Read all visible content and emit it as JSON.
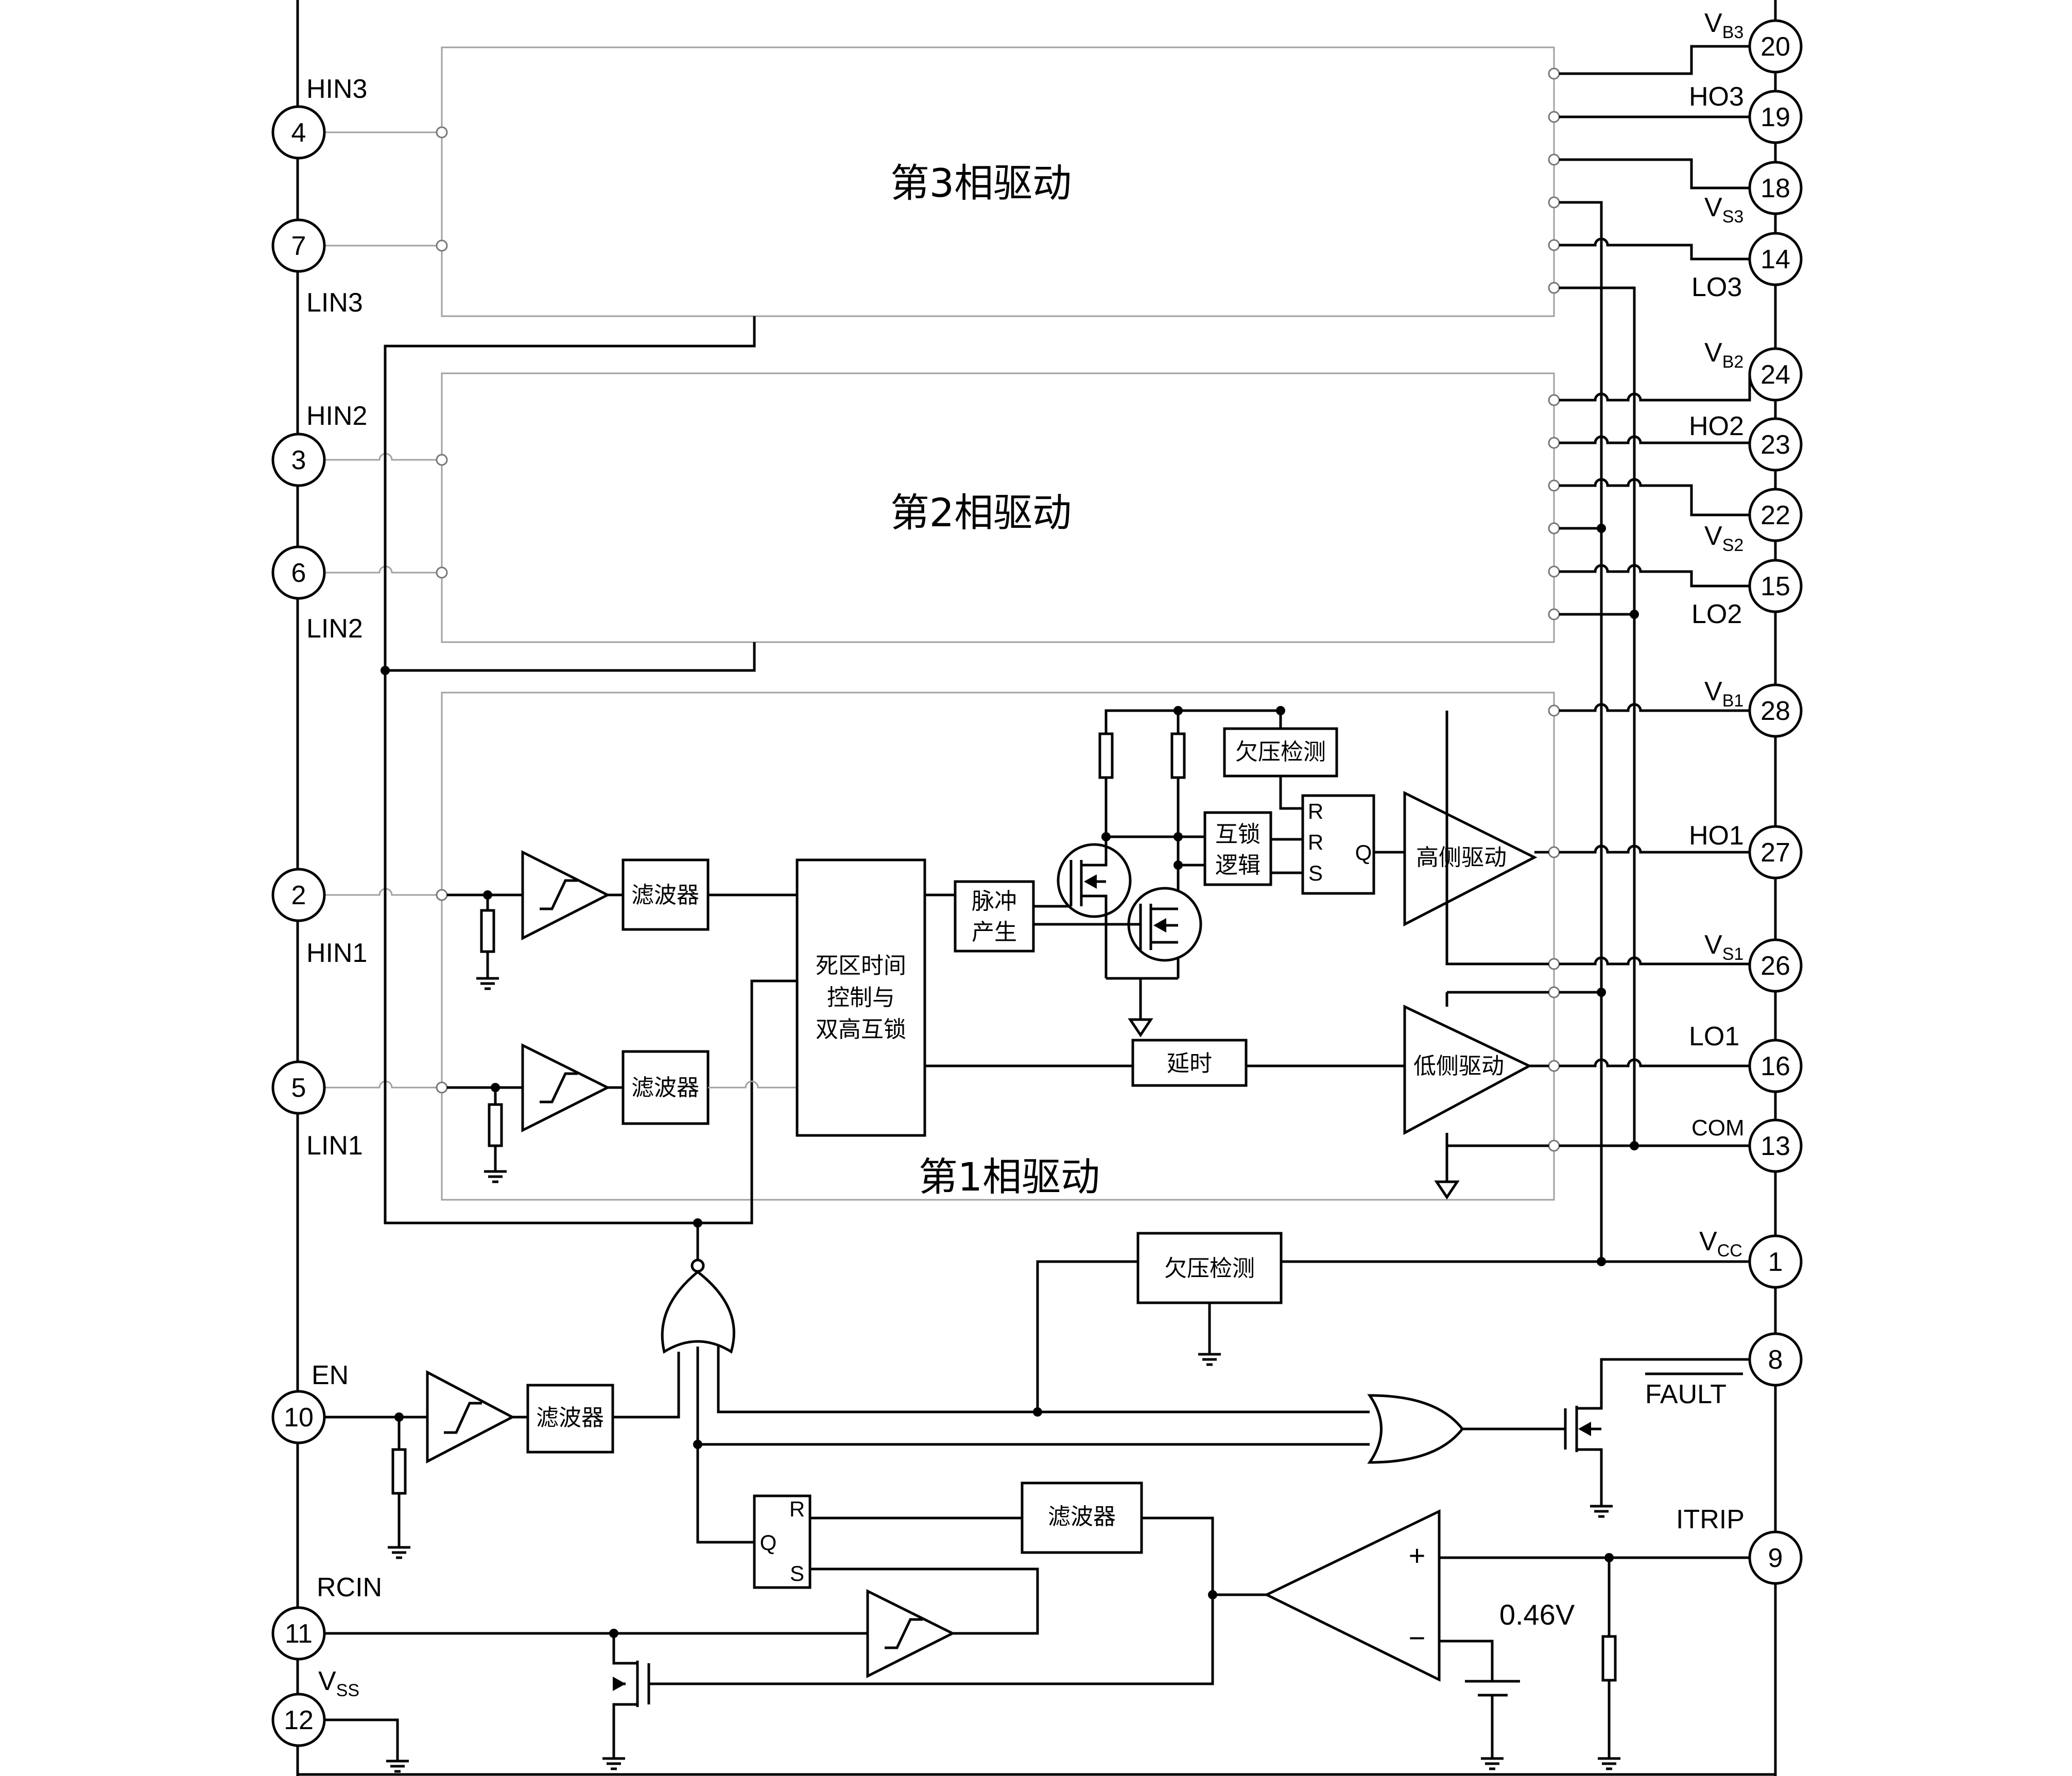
{
  "phases": {
    "phase3": "第3相驱动",
    "phase2": "第2相驱动",
    "phase1": "第1相驱动"
  },
  "pins": {
    "p20": {
      "num": "20",
      "label": "V",
      "sub": "B3"
    },
    "p19": {
      "num": "19",
      "label": "HO3"
    },
    "p18": {
      "num": "18",
      "label": "V",
      "sub": "S3"
    },
    "p14": {
      "num": "14",
      "label": "LO3"
    },
    "p24": {
      "num": "24",
      "label": "V",
      "sub": "B2"
    },
    "p23": {
      "num": "23",
      "label": "HO2"
    },
    "p22": {
      "num": "22",
      "label": "V",
      "sub": "S2"
    },
    "p15": {
      "num": "15",
      "label": "LO2"
    },
    "p28": {
      "num": "28",
      "label": "V",
      "sub": "B1"
    },
    "p27": {
      "num": "27",
      "label": "HO1"
    },
    "p26": {
      "num": "26",
      "label": "V",
      "sub": "S1"
    },
    "p16": {
      "num": "16",
      "label": "LO1"
    },
    "p13": {
      "num": "13",
      "label": "COM"
    },
    "p1": {
      "num": "1",
      "label": "V",
      "sub": "CC"
    },
    "p8": {
      "num": "8",
      "label": "FAULT"
    },
    "p9": {
      "num": "9",
      "label": "ITRIP"
    },
    "p4": {
      "num": "4",
      "label": "HIN3"
    },
    "p7": {
      "num": "7",
      "label": "LIN3"
    },
    "p3": {
      "num": "3",
      "label": "HIN2"
    },
    "p6": {
      "num": "6",
      "label": "LIN2"
    },
    "p2": {
      "num": "2",
      "label": "HIN1"
    },
    "p5": {
      "num": "5",
      "label": "LIN1"
    },
    "p10": {
      "num": "10",
      "label": "EN"
    },
    "p11": {
      "num": "11",
      "label": "RCIN"
    },
    "p12": {
      "num": "12",
      "label": "V",
      "sub": "SS"
    }
  },
  "blocks": {
    "filter": "滤波器",
    "deadtime": [
      "死区时间",
      "控制与",
      "双高互锁"
    ],
    "pulse": [
      "脉冲",
      "产生"
    ],
    "interlock": [
      "互锁",
      "逻辑"
    ],
    "uvlo": "欠压检测",
    "high_drive": "高侧驱动",
    "low_drive": "低侧驱动",
    "delay": "延时"
  },
  "latch": {
    "r": "R",
    "s": "S",
    "q": "Q"
  },
  "comparator": {
    "plus": "+",
    "minus": "−"
  },
  "reference": "0.46V"
}
